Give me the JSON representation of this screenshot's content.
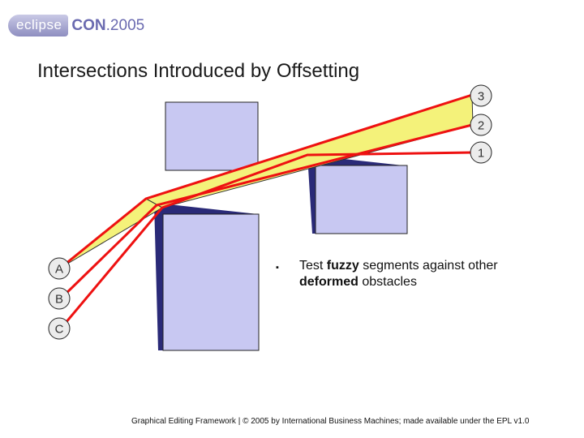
{
  "logo": {
    "eclipse": "eclipse",
    "con": "CON",
    "year": ".2005"
  },
  "title": "Intersections Introduced by Offsetting",
  "diagram": {
    "labels": {
      "right": [
        "3",
        "2",
        "1"
      ],
      "left": [
        "A",
        "B",
        "C"
      ]
    },
    "colors": {
      "obstacle": "#c8c8f2",
      "shadow": "#2a2a78",
      "route": "#ee1111",
      "fuzzy_fill": "#f4f27a",
      "label_fill": "#ececec"
    }
  },
  "bullet": {
    "marker": "▪",
    "text_1": "Test ",
    "bold_1": "fuzzy",
    "text_2": " segments against other ",
    "bold_2": "deformed",
    "text_3": " obstacles"
  },
  "footer": "Graphical Editing Framework | © 2005 by International Business Machines; made available under the EPL v1.0"
}
